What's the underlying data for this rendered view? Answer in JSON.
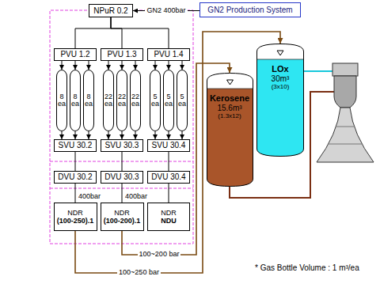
{
  "diagram": {
    "nodes": [
      {
        "text": [
          "NPuR 0.2"
        ]
      },
      {
        "text": [
          "GN2 Production System"
        ]
      },
      {
        "text": [
          "PVU 1.2"
        ]
      },
      {
        "text": [
          "PVU 1.3"
        ]
      },
      {
        "text": [
          "PVU 1.4"
        ]
      },
      {
        "text": [
          "8 ea"
        ]
      },
      {
        "text": [
          "8 ea"
        ]
      },
      {
        "text": [
          "8 ea"
        ]
      },
      {
        "text": [
          "22 ea"
        ]
      },
      {
        "text": [
          "22 ea"
        ]
      },
      {
        "text": [
          "22 ea"
        ]
      },
      {
        "text": [
          "5 ea"
        ]
      },
      {
        "text": [
          "5 ea"
        ]
      },
      {
        "text": [
          "5 ea"
        ]
      },
      {
        "text": [
          "SVU 30.2"
        ]
      },
      {
        "text": [
          "SVU 30.3"
        ]
      },
      {
        "text": [
          "SVU 30.4"
        ]
      },
      {
        "text": [
          "DVU 30.2"
        ]
      },
      {
        "text": [
          "DVU 30.3"
        ]
      },
      {
        "text": [
          "DVU 30.4"
        ]
      },
      {
        "text": [
          "NDR",
          "(100-250).1"
        ]
      },
      {
        "text": [
          "NDR",
          "(100-200).1"
        ]
      },
      {
        "text": [
          "NDR",
          "NDU"
        ]
      },
      {
        "text": [
          "Kerosene",
          "15.6m³",
          "(1.3x12)"
        ]
      },
      {
        "text": [
          "LOx",
          "30m³",
          "(3x10)"
        ]
      }
    ],
    "edges": [
      {
        "from": 1,
        "to": 0,
        "arrow": "to",
        "label": "GN2 400bar"
      },
      {
        "from": 0,
        "to": 2,
        "arrow": "none"
      },
      {
        "from": 0,
        "to": 3,
        "arrow": "none"
      },
      {
        "from": 0,
        "to": 4,
        "arrow": "none"
      },
      {
        "from": 2,
        "to": 5,
        "arrow": "to"
      },
      {
        "from": 2,
        "to": 6,
        "arrow": "to"
      },
      {
        "from": 2,
        "to": 7,
        "arrow": "to"
      },
      {
        "from": 3,
        "to": 8,
        "arrow": "to"
      },
      {
        "from": 3,
        "to": 9,
        "arrow": "to"
      },
      {
        "from": 3,
        "to": 10,
        "arrow": "to"
      },
      {
        "from": 4,
        "to": 11,
        "arrow": "to"
      },
      {
        "from": 4,
        "to": 12,
        "arrow": "to"
      },
      {
        "from": 4,
        "to": 13,
        "arrow": "to"
      },
      {
        "from": 5,
        "to": 14,
        "arrow": "to"
      },
      {
        "from": 6,
        "to": 14,
        "arrow": "to"
      },
      {
        "from": 7,
        "to": 14,
        "arrow": "to"
      },
      {
        "from": 8,
        "to": 15,
        "arrow": "to"
      },
      {
        "from": 9,
        "to": 15,
        "arrow": "to"
      },
      {
        "from": 10,
        "to": 15,
        "arrow": "to"
      },
      {
        "from": 11,
        "to": 16,
        "arrow": "to"
      },
      {
        "from": 12,
        "to": 16,
        "arrow": "to"
      },
      {
        "from": 13,
        "to": 16,
        "arrow": "to"
      },
      {
        "from": 14,
        "to": 17,
        "arrow": "none"
      },
      {
        "from": 15,
        "to": 18,
        "arrow": "none"
      },
      {
        "from": 16,
        "to": 19,
        "arrow": "none"
      },
      {
        "from": 17,
        "to": 20,
        "arrow": "none"
      },
      {
        "from": 18,
        "to": 21,
        "arrow": "none"
      },
      {
        "from": 19,
        "to": 22,
        "arrow": "none"
      },
      {
        "from": 21,
        "to": 23,
        "arrow": "to",
        "label": "100~200 bar"
      },
      {
        "from": 20,
        "to": 24,
        "arrow": "to",
        "label": "100~250 bar"
      }
    ],
    "labels": [
      "400bar",
      "400bar",
      "* Gas Bottle Volume : 1 m³/ea"
    ]
  }
}
